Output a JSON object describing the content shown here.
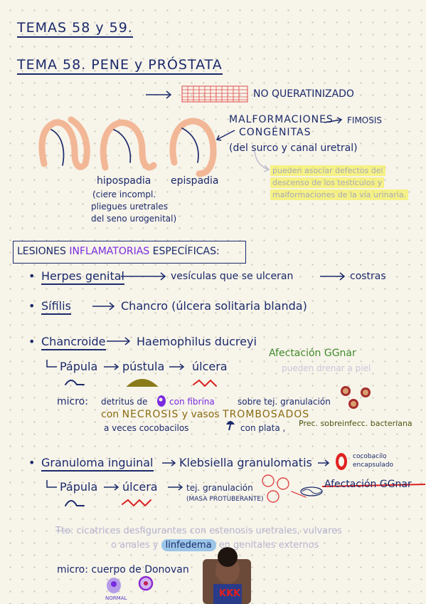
{
  "heading": "TEMAS 58 y 59.",
  "tema58": "TEMA 58. PENE y PRÓSTATA",
  "no_queratinizado": "NO QUERATINIZADO",
  "malformaciones": "MALFORMACIONES",
  "congenitas": "CONGÉNITAS",
  "fimosis": "FIMOSIS",
  "surco": "(del surco y canal uretral)",
  "hipospadia": "hipospadia",
  "hipospadia_desc": [
    "(ciere incompl.",
    "pliegues uretrales",
    "del seno urogenital)"
  ],
  "epispadia": "epispadia",
  "note_yellow": [
    "pueden asociar defectos del",
    "descenso de los testículos y",
    "malformaciones de la vía urinaria."
  ],
  "lesiones_label": "LESIONES",
  "lesiones_inflam": "INFLAMATORIAS",
  "lesiones_espec": "ESPECÍFICAS:",
  "herpes": "Herpes genital",
  "herpes_desc": "vesículas que se ulceran",
  "costras": "costras",
  "sifilis": "Sífilis",
  "sifilis_desc": "Chancro (úlcera solitaria blanda)",
  "chancroide": "Chancroide",
  "haemophilus": "Haemophilus ducreyi",
  "afectacion1": "Afectación GGnar",
  "fistular": "pueden drenar a piel",
  "papula": "Pápula",
  "pustula": "pústula",
  "ulcera": "úlcera",
  "micro1_label": "micro:",
  "micro1_a": "detritus de",
  "micro1_b": "con fibrina",
  "micro1_c": "sobre tej. granulación",
  "micro1_d1": "con",
  "micro1_necrosis": "NECROSIS",
  "micro1_d2": "y vasos",
  "micro1_trombosados": "TROMBOSADOS",
  "micro1_e": "a veces cocobacilos",
  "micro1_f": "con plata ,",
  "micro1_g": "Prec. sobreinfecc. bacteriana",
  "granuloma": "Granuloma inguinal",
  "klebsiella": "Klebsiella granulomatis",
  "cocobacilo": "cocobacilo",
  "encapsulado": "encapsulado",
  "papula2": "Pápula",
  "ulcera2": "úlcera",
  "tej_gran": "tej. granulación",
  "masa": "(MASA PROTUBERANTE)",
  "afectacion2": "Afectación GGnar",
  "tto_line1": "Tto: cicatrices desfigurantes con estenosis uretrales, vulvares",
  "tto_line2_a": "o anales",
  "tto_line2_b": "y",
  "linfedema": "linfedema",
  "tto_line2_c": "en genitales externos",
  "micro2": "micro: cuerpo de Donovan",
  "normal": "NORMAL",
  "sticker_text": "KKK"
}
